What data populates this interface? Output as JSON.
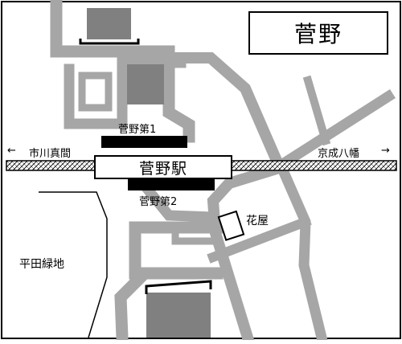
{
  "map": {
    "title": "菅野",
    "station": "菅野駅",
    "labels": {
      "exit1": "菅野第1",
      "exit2": "菅野第2",
      "west_direction": "市川真間",
      "east_direction": "京成八幡",
      "area": "平田緑地",
      "flower_shop": "花屋"
    },
    "arrows": {
      "left": "←",
      "right": "→"
    },
    "colors": {
      "road": "#a6a6a6",
      "building": "#808080",
      "frame": "#000000",
      "background": "#ffffff"
    }
  }
}
